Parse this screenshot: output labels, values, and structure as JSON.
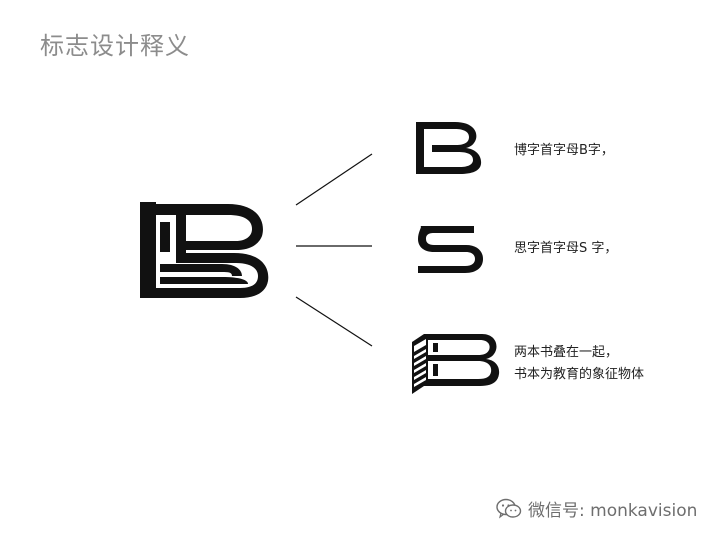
{
  "header": {
    "title": "标志设计释义"
  },
  "items": [
    {
      "text": "博字首字母B字，",
      "icon": "letter-b-icon"
    },
    {
      "text": "思字首字母S 字，",
      "icon": "letter-s-icon"
    },
    {
      "lines": [
        "两本书叠在一起，",
        "书本为教育的象征物体"
      ],
      "icon": "stacked-books-b-icon"
    }
  ],
  "logo": {
    "icon": "bs-logo-mark"
  },
  "watermark": {
    "text": "微信号: monkavision",
    "icon": "wechat-icon"
  },
  "colors": {
    "ink": "#111111",
    "title": "#8c8c8c",
    "watermark": "#6e6e6e"
  }
}
